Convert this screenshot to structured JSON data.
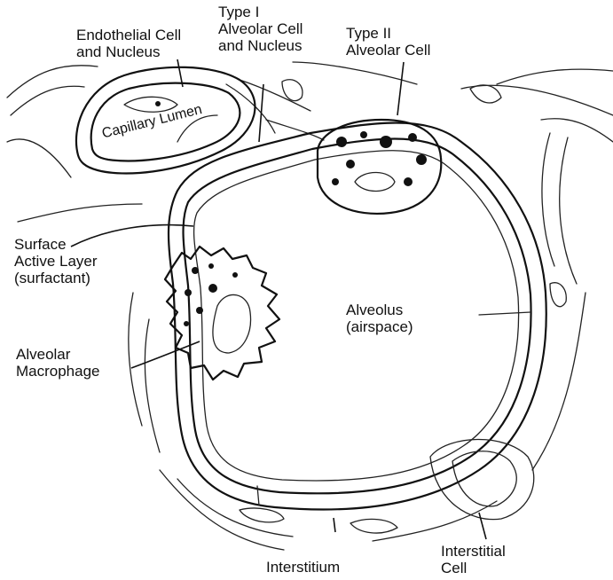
{
  "colors": {
    "ink": "#111111",
    "background": "#ffffff"
  },
  "labels": {
    "endothelial": [
      "Endothelial Cell",
      "and Nucleus"
    ],
    "type1": [
      "Type I",
      "Alveolar Cell",
      "and Nucleus"
    ],
    "type2": [
      "Type II",
      "Alveolar Cell"
    ],
    "capillary": "Capillary Lumen",
    "surface": [
      "Surface",
      "Active Layer",
      "(surfactant)"
    ],
    "alveolus": [
      "Alveolus",
      "(airspace)"
    ],
    "macrophage": [
      "Alveolar",
      "Macrophage"
    ],
    "interstitium": "Interstitium",
    "interstitial_cell": [
      "Interstitial",
      "Cell"
    ]
  }
}
